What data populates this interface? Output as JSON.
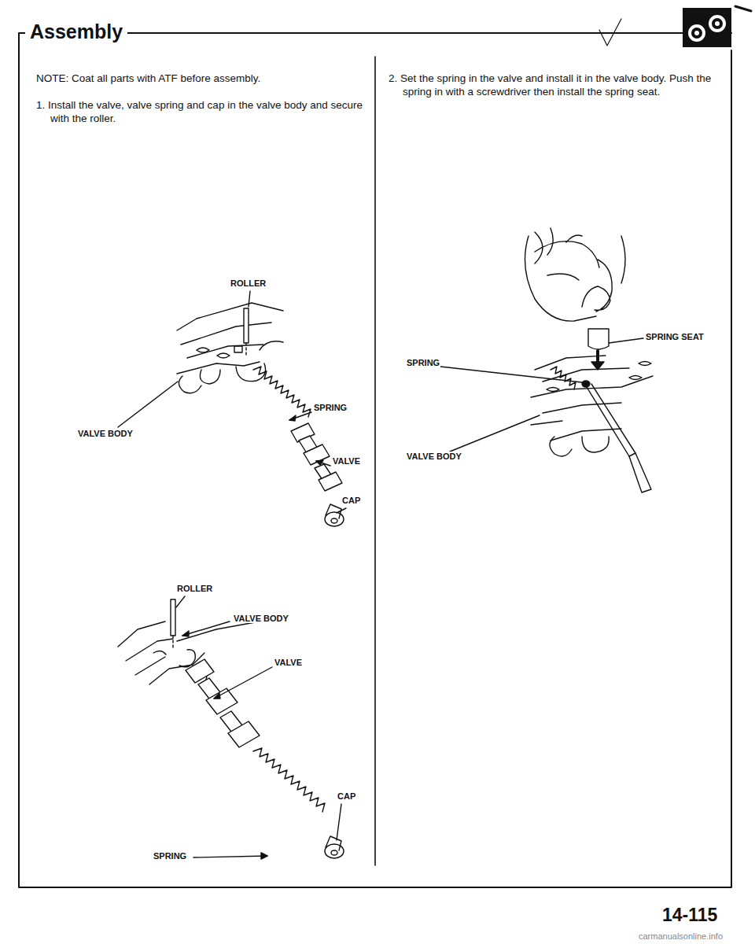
{
  "diagram": {
    "title": "Assembly",
    "labels": [
      "NOTE: Coat all parts with ATF before assembly.",
      "1. Install the valve, valve spring and cap in the valve body and secure with the roller.",
      "2. Set the spring in the valve and install it in the valve body. Push the spring in with a screwdriver then install the spring seat.",
      "ROLLER",
      "SPRING",
      "VALVE BODY",
      "VALVE",
      "CAP",
      "ROLLER",
      "VALVE BODY",
      "VALVE",
      "CAP",
      "SPRING",
      "SPRING SEAT",
      "SPRING",
      "VALVE BODY",
      "14-115",
      "carmanualsonline.info"
    ]
  }
}
